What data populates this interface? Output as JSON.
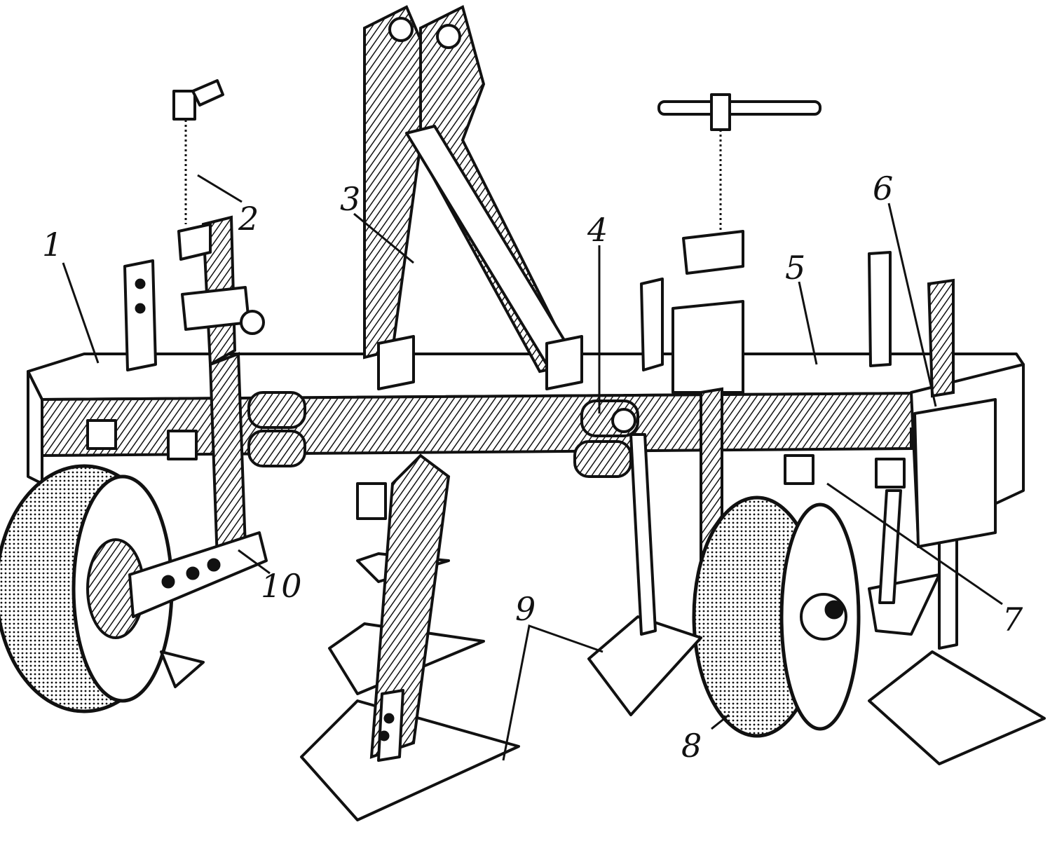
{
  "figure": {
    "labels": [
      {
        "key": "1",
        "text": "1"
      },
      {
        "key": "2",
        "text": "2"
      },
      {
        "key": "3",
        "text": "3"
      },
      {
        "key": "4",
        "text": "4"
      },
      {
        "key": "5",
        "text": "5"
      },
      {
        "key": "6",
        "text": "6"
      },
      {
        "key": "7",
        "text": "7"
      },
      {
        "key": "8",
        "text": "8"
      },
      {
        "key": "9",
        "text": "9"
      },
      {
        "key": "10",
        "text": "10"
      }
    ]
  }
}
